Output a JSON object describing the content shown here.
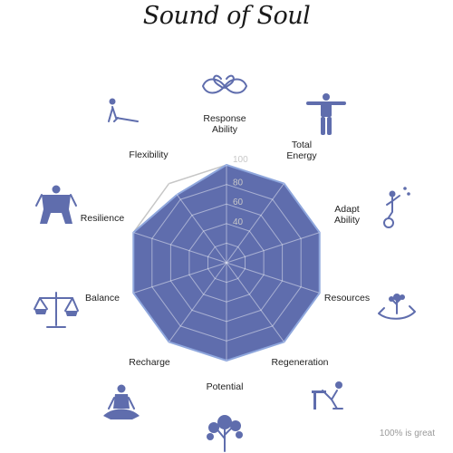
{
  "chart_data": {
    "type": "radar",
    "title": "Sound of Soul",
    "categories": [
      "Response Ability",
      "Total Energy",
      "Adapt Ability",
      "Resources",
      "Regeneration",
      "Potential",
      "Recharge",
      "Balance",
      "Resilience",
      "Flexibility"
    ],
    "series": [
      {
        "values": [
          100,
          100,
          100,
          100,
          100,
          100,
          100,
          100,
          100,
          86
        ]
      }
    ],
    "reference_max": 100,
    "rlim": [
      0,
      100
    ],
    "tick_labels": [
      "100",
      "80",
      "60",
      "40"
    ],
    "grid": true,
    "colors": {
      "fill": "#5f6dad",
      "outline": "#c6c6c6",
      "grid": "#ffffff",
      "stroke": "#8fa7dd"
    }
  },
  "icons": [
    "infinity-hearts",
    "strongman",
    "juggling-unicycle",
    "hands-tree",
    "relaxing-desk",
    "tree",
    "meditation",
    "scales",
    "sumo",
    "cobra-pose"
  ],
  "footnote": "100% is great"
}
